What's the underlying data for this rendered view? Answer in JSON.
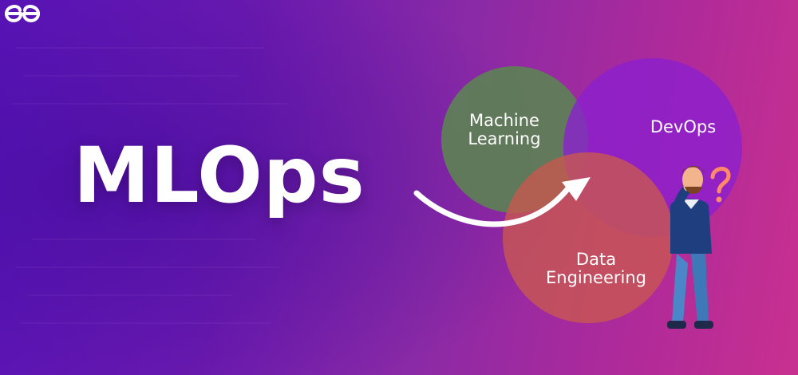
{
  "headline": "MLOps",
  "venn": {
    "circles": [
      {
        "label_lines": [
          "Machine",
          "Learning"
        ],
        "color": "#5f7d57"
      },
      {
        "label_lines": [
          "DevOps"
        ],
        "color": "#8a1fd0"
      },
      {
        "label_lines": [
          "Data",
          "Engineering"
        ],
        "color": "#c9594f"
      }
    ]
  },
  "colors": {
    "background_left": "#5a14b8",
    "background_right": "#c8308f",
    "text": "#ffffff"
  },
  "brand_logo_icon": "geeksforgeeks-logo-icon",
  "arrow_icon": "curved-arrow-icon",
  "person_icon": "thinking-person-illustration",
  "question_icon": "question-mark-icon"
}
